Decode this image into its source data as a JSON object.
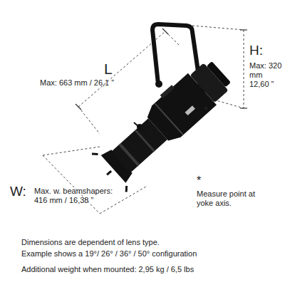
{
  "diagram": {
    "labels": [
      "L",
      "Max: 663 mm / 26,1 ”",
      "H:",
      "Max: 320 mm 12,60 ”",
      "*",
      "W:",
      "Max. w. beamshapers: 416 mm / 16,38 ”",
      "*",
      "Measure point at yoke axis.",
      "Dimensions are dependent of lens type.",
      "Example shows a 19°/ 26° / 36° / 50° configuration",
      "Additional weight when mounted: 2,95 kg / 6,5 lbs"
    ]
  }
}
